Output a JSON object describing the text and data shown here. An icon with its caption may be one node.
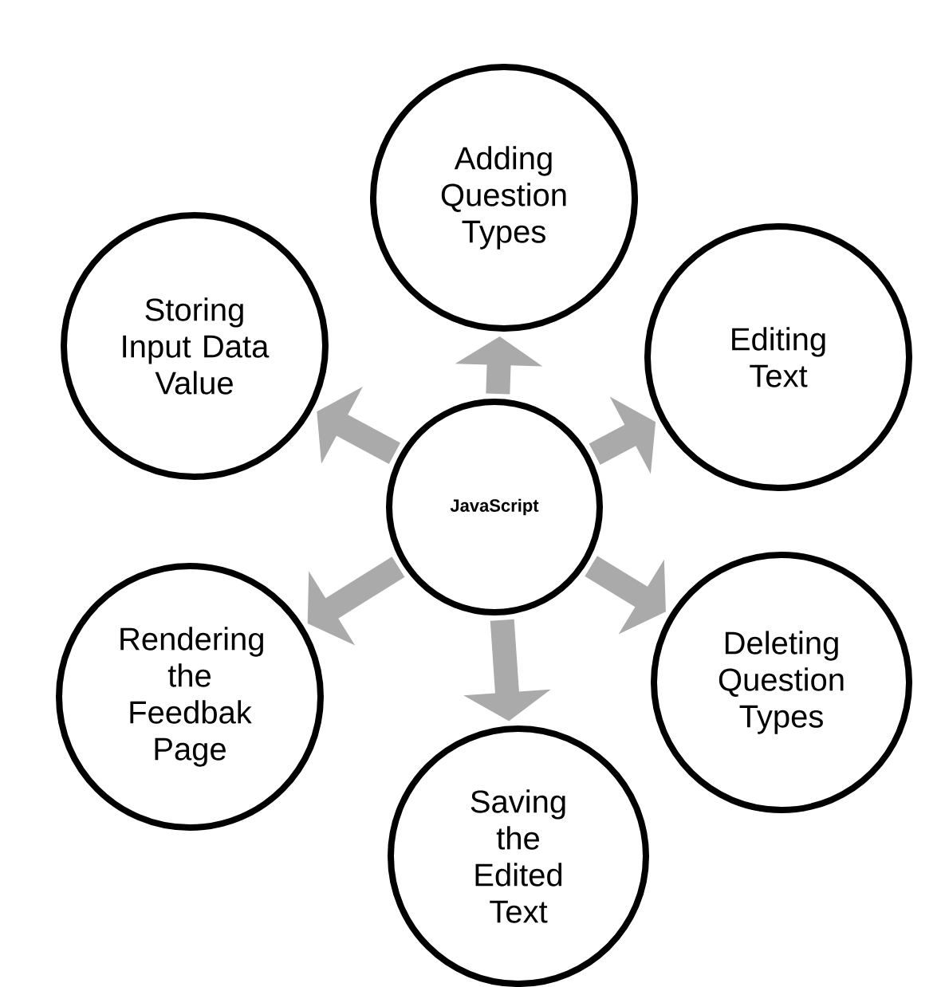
{
  "diagram": {
    "nodes": [
      {
        "text": [
          "JavaScript"
        ]
      },
      {
        "text": [
          "Adding Question Types"
        ]
      },
      {
        "text": [
          "Editing Text"
        ]
      },
      {
        "text": [
          "Deleting Question Types"
        ]
      },
      {
        "text": [
          "Saving the Edited Text"
        ]
      },
      {
        "text": [
          "Rendering the Feedbak Page"
        ]
      },
      {
        "text": [
          "Storing Input Data Value"
        ]
      }
    ],
    "edges": [
      {
        "from": 0,
        "to": 1,
        "arrow": "to"
      },
      {
        "from": 0,
        "to": 2,
        "arrow": "to"
      },
      {
        "from": 0,
        "to": 3,
        "arrow": "to"
      },
      {
        "from": 0,
        "to": 4,
        "arrow": "to"
      },
      {
        "from": 0,
        "to": 5,
        "arrow": "to"
      },
      {
        "from": 0,
        "to": 6,
        "arrow": "to"
      }
    ]
  }
}
